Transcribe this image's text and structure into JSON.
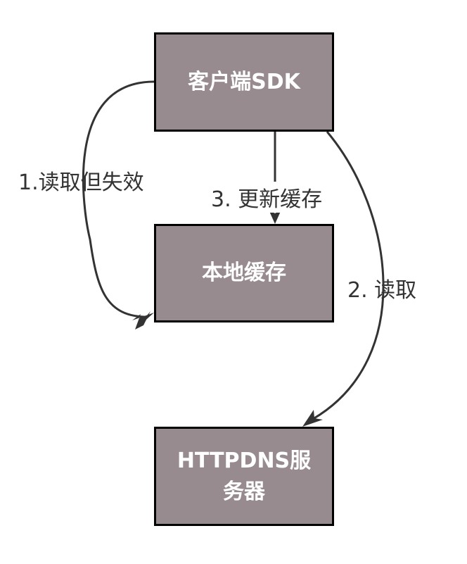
{
  "nodes": {
    "client": "客户端SDK",
    "cache": "本地缓存",
    "server": "HTTPDNS服务器"
  },
  "edges": {
    "read_fail": "1.读取但失效",
    "read": "2. 读取",
    "update_cache": "3. 更新缓存"
  },
  "colors": {
    "node_fill": "#988b8f",
    "node_border": "#000000",
    "edge": "#333333",
    "node_text": "#ffffff"
  }
}
